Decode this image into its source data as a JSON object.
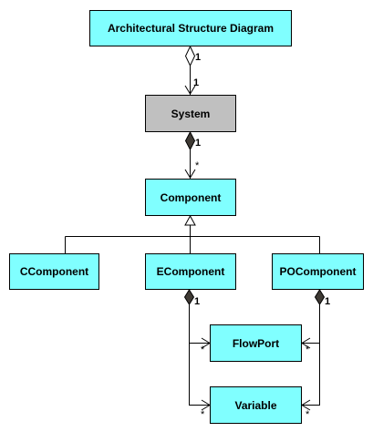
{
  "colors": {
    "class_fill": "#80ffff",
    "system_fill": "#c0c0c0",
    "line": "#000000",
    "diamond": "#3f3a34"
  },
  "classes": {
    "asd": "Architectural Structure Diagram",
    "system": "System",
    "component": "Component",
    "ccomponent": "CComponent",
    "ecomponent": "EComponent",
    "pocomponent": "POComponent",
    "flowport": "FlowPort",
    "variable": "Variable"
  },
  "multiplicities": {
    "asd_system_source": "1",
    "asd_system_target": "1",
    "system_component_source": "1",
    "system_component_target": "*",
    "ecomponent_source": "1",
    "ecomponent_flowport_target": "*",
    "ecomponent_variable_target": "*",
    "pocomponent_source": "1",
    "pocomponent_flowport_target": "*",
    "pocomponent_variable_target": "*"
  }
}
